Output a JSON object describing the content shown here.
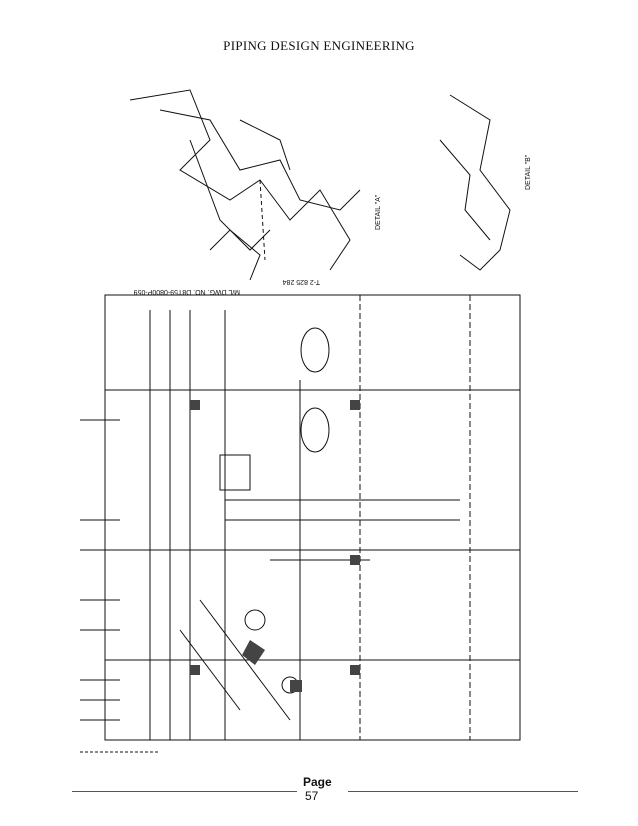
{
  "header": {
    "title": "PIPING DESIGN ENGINEERING"
  },
  "drawing": {
    "detail_a": "DETAIL \"A\"",
    "detail_b": "DETAIL \"B\"",
    "ml_dwg": "M/L DWG. NO. D8T59-0800P-059",
    "ref_no": "T-2 825 284"
  },
  "footer": {
    "page_label": "Page",
    "page_number": "57"
  }
}
